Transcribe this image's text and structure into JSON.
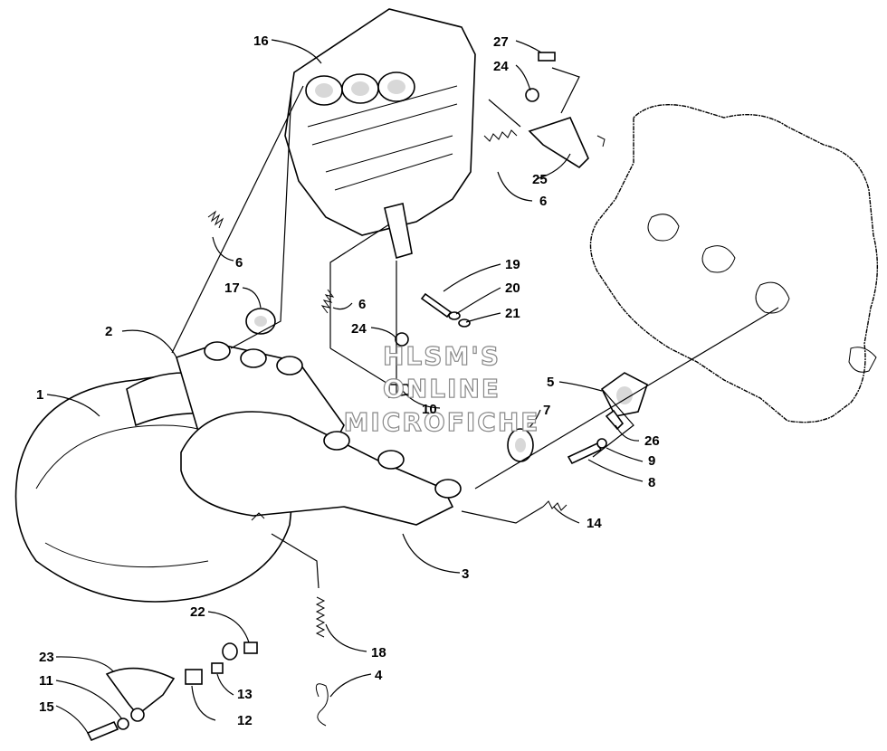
{
  "watermark": {
    "line1": "HLSM'S",
    "line2": "ONLINE",
    "line3": "MICROFICHE"
  },
  "callouts": {
    "c1": "1",
    "c2": "2",
    "c3": "3",
    "c4": "4",
    "c5": "5",
    "c6a": "6",
    "c6b": "6",
    "c6c": "6",
    "c7": "7",
    "c8": "8",
    "c9": "9",
    "c10": "10",
    "c11": "11",
    "c12": "12",
    "c13": "13",
    "c14": "14",
    "c15": "15",
    "c16": "16",
    "c17": "17",
    "c18": "18",
    "c19": "19",
    "c20": "20",
    "c21": "21",
    "c22": "22",
    "c23": "23",
    "c24a": "24",
    "c24b": "24",
    "c25": "25",
    "c26": "26",
    "c27": "27"
  }
}
